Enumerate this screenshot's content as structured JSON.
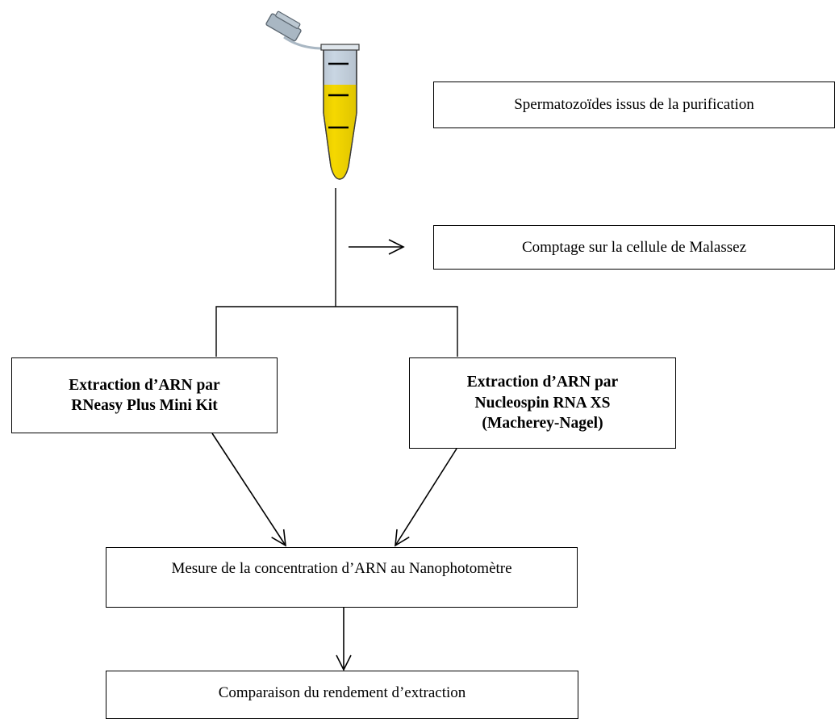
{
  "nodes": {
    "source": {
      "label": "Spermatozoïdes issus de la purification"
    },
    "counting": {
      "label": "Comptage  sur la cellule de Malassez"
    },
    "rneasy": {
      "line1": "Extraction d’ARN par",
      "line2": "RNeasy Plus Mini  Kit"
    },
    "nucleospin": {
      "line1": "Extraction d’ARN par",
      "line2": "Nucleospin RNA XS",
      "line3": "(Macherey-Nagel)"
    },
    "measure": {
      "label": "Mesure de la concentration d’ARN au Nanophotomètre"
    },
    "compare": {
      "label": "Comparaison du rendement d’extraction"
    }
  },
  "tube": {
    "liquid_color": "#f5d800",
    "air_color": "#c9d6e3",
    "cap_color": "#a9b7c3",
    "graduation_marks": 3
  },
  "edges": [
    {
      "from": "tube",
      "to": "split"
    },
    {
      "from": "split",
      "to": "counting"
    },
    {
      "from": "split",
      "to": "rneasy"
    },
    {
      "from": "split",
      "to": "nucleospin"
    },
    {
      "from": "rneasy",
      "to": "measure"
    },
    {
      "from": "nucleospin",
      "to": "measure"
    },
    {
      "from": "measure",
      "to": "compare"
    }
  ]
}
